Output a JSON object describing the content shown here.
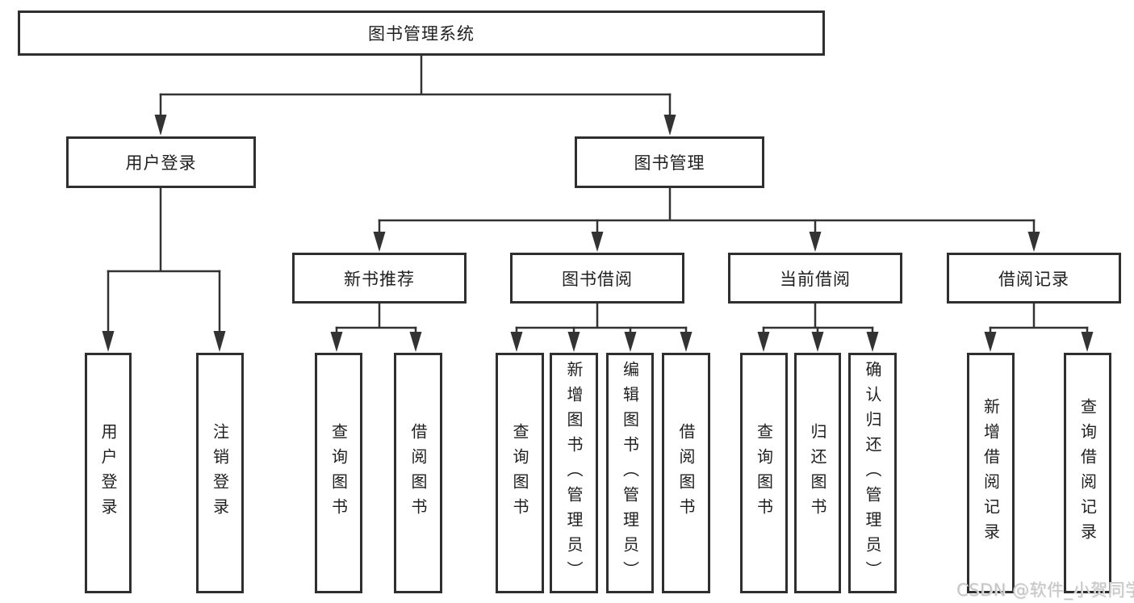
{
  "root_label": "图书管理系统",
  "user_login": {
    "label": "用户登录",
    "children": [
      {
        "label": "用户登录"
      },
      {
        "label": "注销登录"
      }
    ]
  },
  "book_mgmt": {
    "label": "图书管理",
    "modules": [
      {
        "label": "新书推荐",
        "children": [
          {
            "label": "查询图书"
          },
          {
            "label": "借阅图书"
          }
        ]
      },
      {
        "label": "图书借阅",
        "children": [
          {
            "label": "查询图书"
          },
          {
            "label": "新增图书（管理员）"
          },
          {
            "label": "编辑图书（管理员）"
          },
          {
            "label": "借阅图书"
          }
        ]
      },
      {
        "label": "当前借阅",
        "children": [
          {
            "label": "查询图书"
          },
          {
            "label": "归还图书"
          },
          {
            "label": "确认归还（管理员）"
          }
        ]
      },
      {
        "label": "借阅记录",
        "children": [
          {
            "label": "新增借阅记录"
          },
          {
            "label": "查询借阅记录"
          }
        ]
      }
    ]
  },
  "watermark": "CSDN @软件_小贺同学",
  "colors": {
    "line": "#333333",
    "box_border": "#2f2f2f",
    "text": "#1f1f1f",
    "watermark": "#c6c6c6"
  }
}
